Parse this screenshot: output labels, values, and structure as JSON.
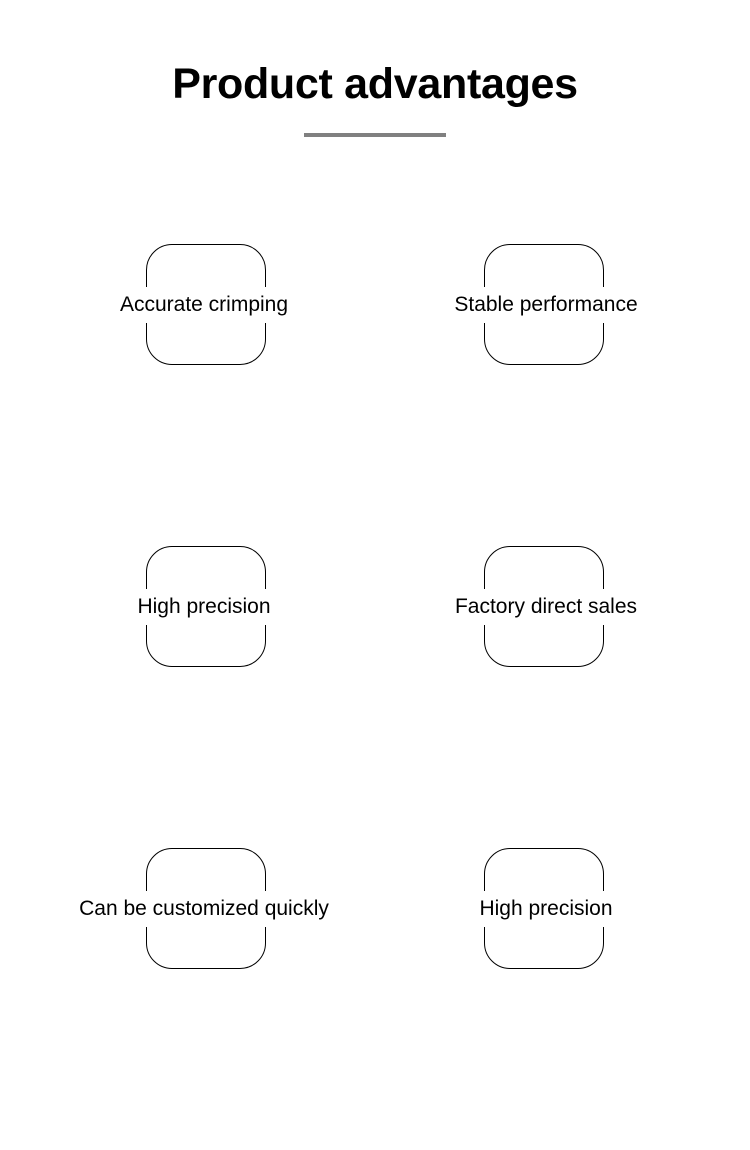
{
  "page": {
    "background_color": "#ffffff",
    "text_color": "#000000"
  },
  "header": {
    "title": "Product advantages",
    "divider_color": "#808080"
  },
  "advantages": {
    "rows": [
      {
        "left": {
          "label": "Accurate crimping"
        },
        "right": {
          "label": "Stable performance"
        }
      },
      {
        "left": {
          "label": "High precision"
        },
        "right": {
          "label": "Factory direct sales"
        }
      },
      {
        "left": {
          "label": "Can be customized quickly"
        },
        "right": {
          "label": "High precision"
        }
      }
    ]
  }
}
